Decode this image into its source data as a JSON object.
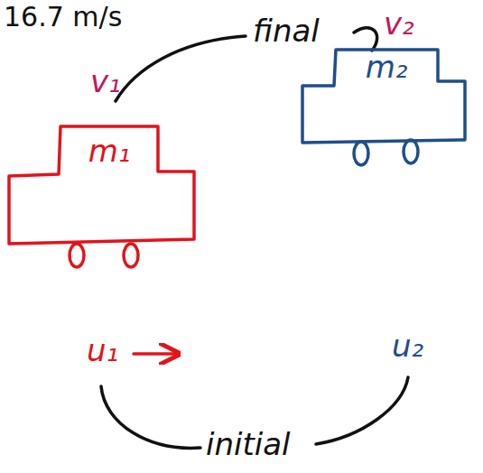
{
  "diagram": {
    "nodes": [
      {
        "text": [
          "m₁"
        ]
      },
      {
        "text": [
          "m₂"
        ]
      }
    ],
    "labels": [
      "16.7 m/s",
      "v₁",
      "final",
      "v₂",
      "u₁",
      "u₂",
      "initial"
    ]
  }
}
